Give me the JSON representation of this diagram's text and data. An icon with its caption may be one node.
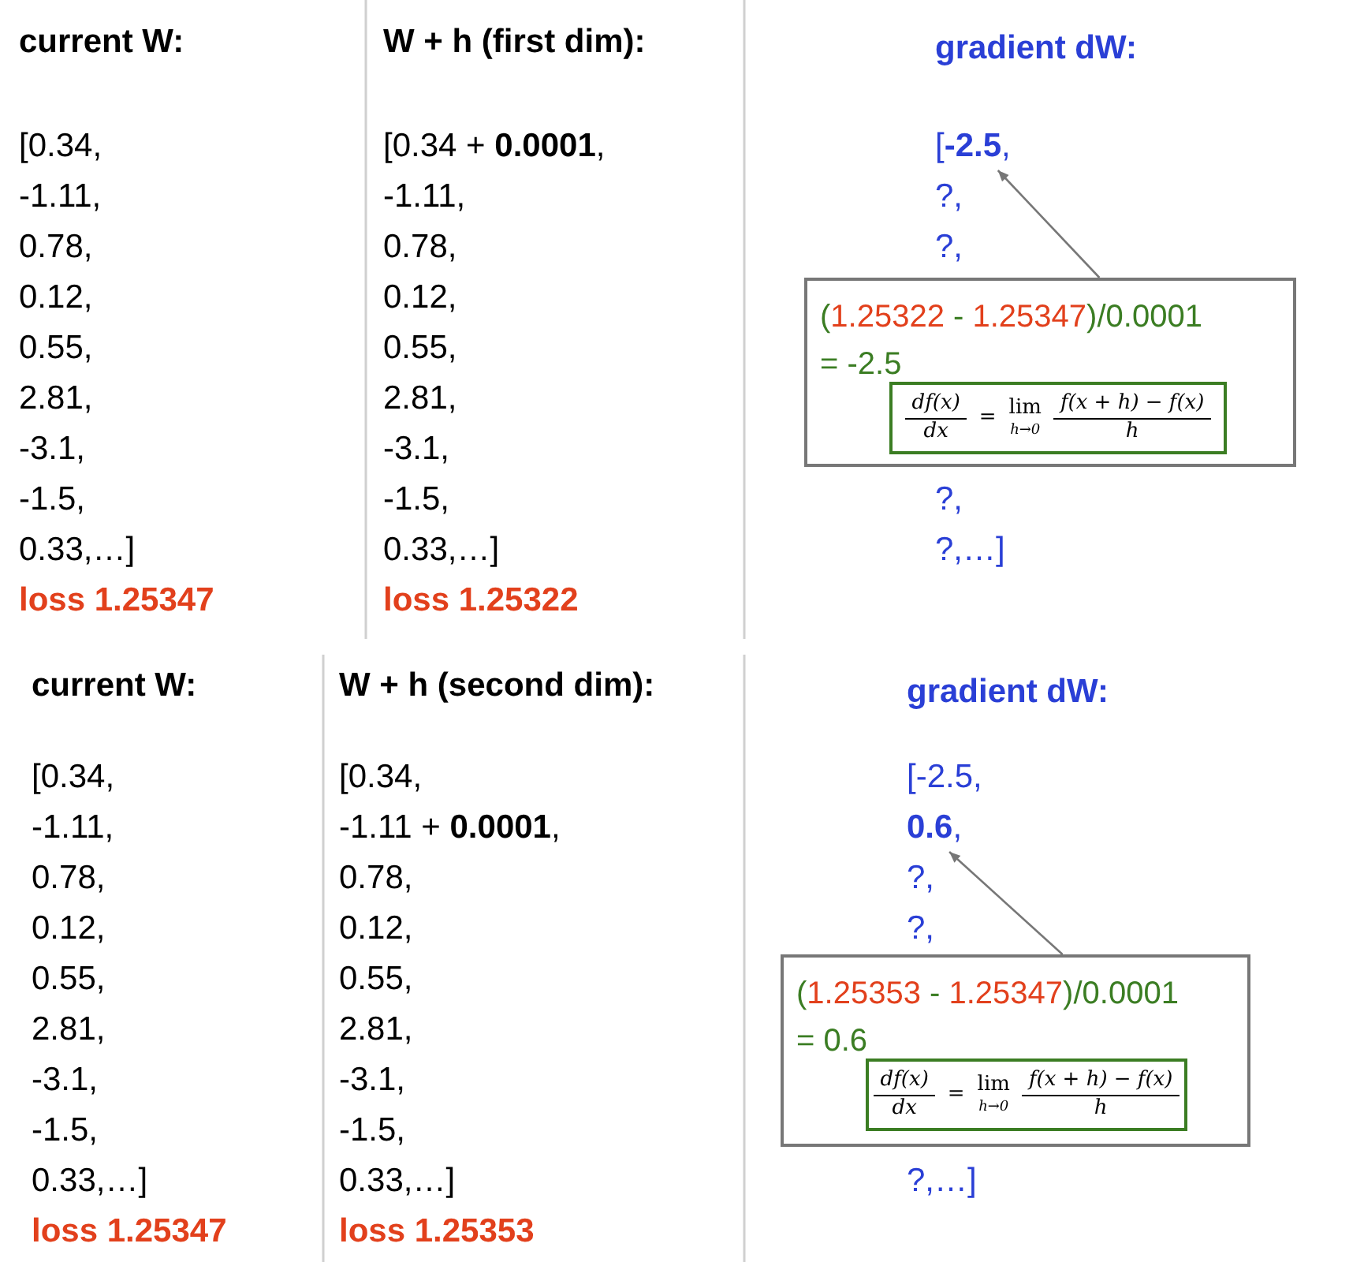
{
  "diagram": {
    "nodes": [
      {
        "text": [
          "[**-2.5**,"
        ]
      },
      {
        "text": [
          "(1.25322 - 1.25347)/0.0001",
          "= -2.5"
        ]
      },
      {
        "text": [
          "df(x)",
          "dx",
          "=",
          "lim",
          "h→0",
          "f(x + h) − f(x)",
          "h"
        ],
        "in": 1
      },
      {
        "text": [
          "**0.6**,"
        ]
      },
      {
        "text": [
          "(1.25353 - 1.25347)/0.0001",
          "= 0.6"
        ]
      },
      {
        "text": [
          "df(x)",
          "dx",
          "=",
          "lim",
          "h→0",
          "f(x + h) − f(x)",
          "h"
        ],
        "in": 4
      }
    ],
    "edges": [
      {
        "from": 1,
        "to": 0,
        "arrow": "to"
      },
      {
        "from": 4,
        "to": 3,
        "arrow": "to"
      }
    ],
    "labels": [
      "current W:",
      "[0.34,",
      "-1.11,",
      "0.78,",
      "0.12,",
      "0.55,",
      "2.81,",
      "-3.1,",
      "-1.5,",
      "0.33,…]",
      "loss 1.25347",
      "**W + h** (first dim):",
      "[0.34 + **0.0001**,",
      "-1.11,",
      "0.78,",
      "0.12,",
      "0.55,",
      "2.81,",
      "-3.1,",
      "-1.5,",
      "0.33,…]",
      "loss 1.25322",
      "gradient dW:",
      "?,",
      "?,",
      "?,",
      "?,…]",
      "current W:",
      "[0.34,",
      "-1.11,",
      "0.78,",
      "0.12,",
      "0.55,",
      "2.81,",
      "-3.1,",
      "-1.5,",
      "0.33,…]",
      "loss 1.25347",
      "**W + h** (second dim):",
      "[0.34,",
      "-1.11 + **0.0001**,",
      "0.78,",
      "0.12,",
      "0.55,",
      "2.81,",
      "-3.1,",
      "-1.5,",
      "0.33,…]",
      "loss 1.25353",
      "gradient dW:",
      "[-2.5,",
      "?,",
      "?,",
      "?,…]"
    ]
  }
}
